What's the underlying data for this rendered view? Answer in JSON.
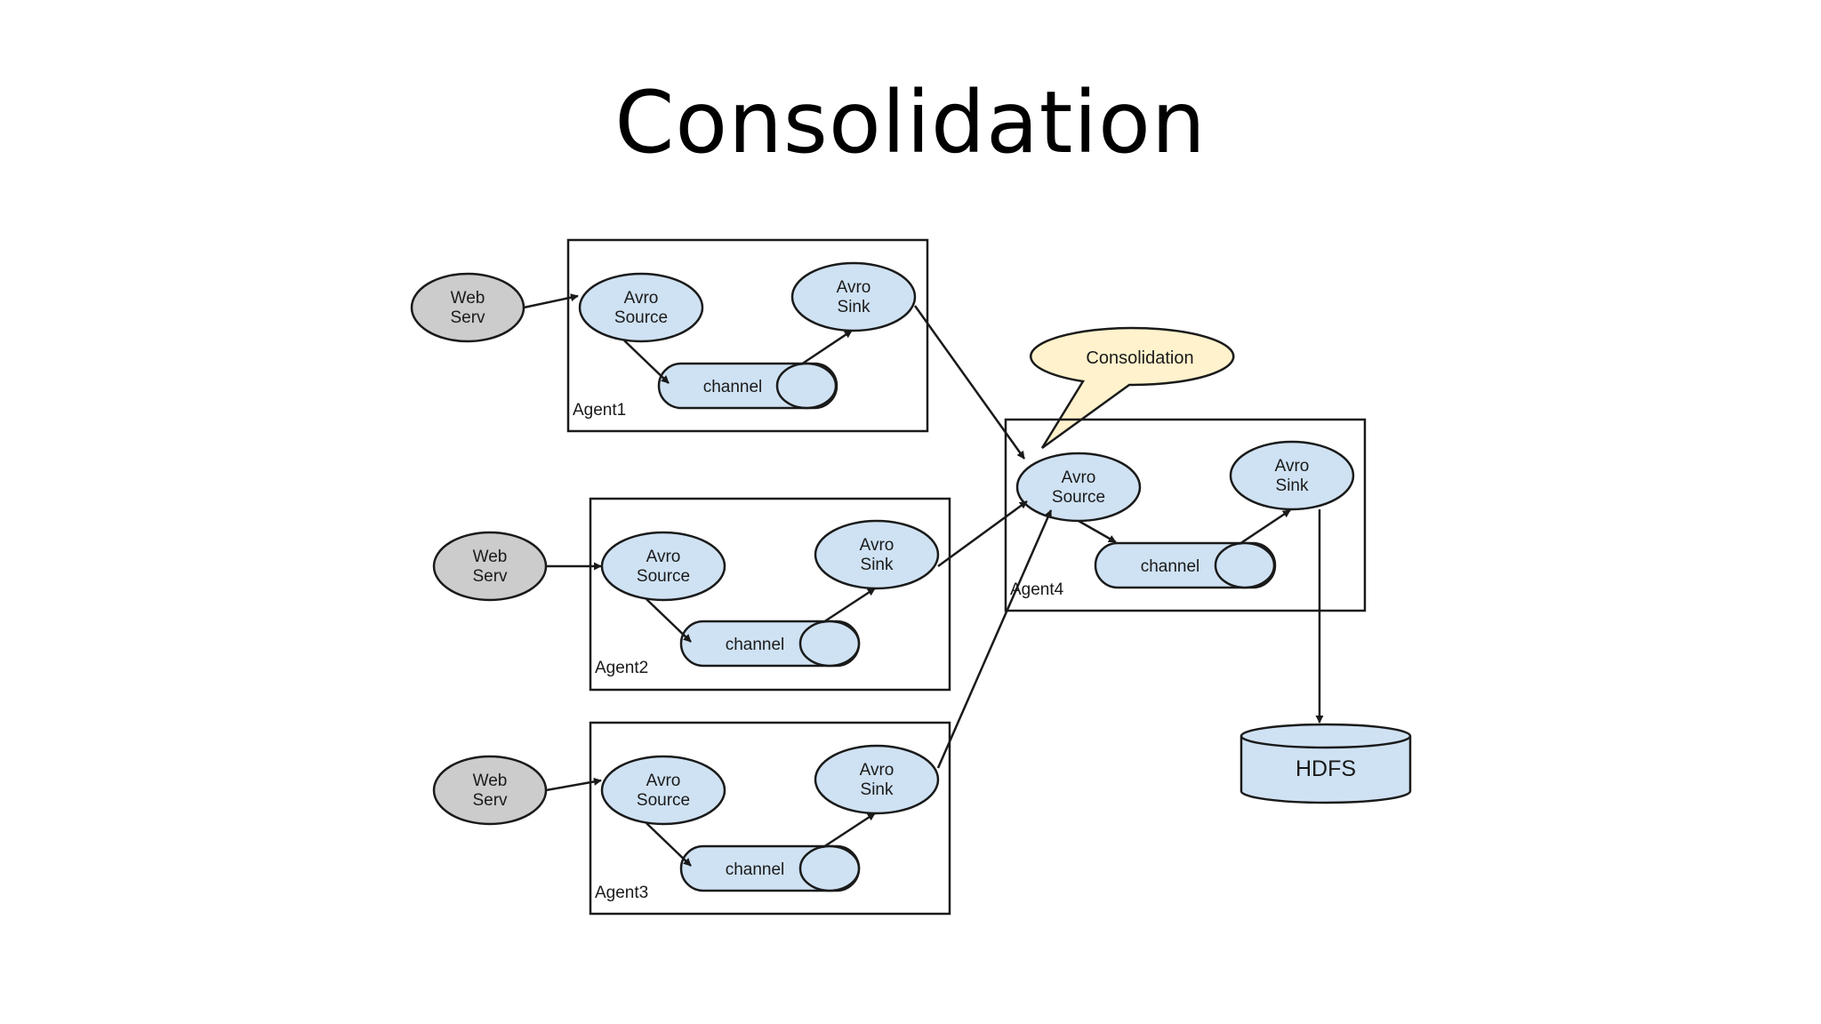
{
  "slide": {
    "title": "Consolidation"
  },
  "colors": {
    "node_fill": "#cfe2f3",
    "web_fill": "#cccccc",
    "callout_fill": "#fff2cc",
    "stroke": "#1a1a1a"
  },
  "diagram": {
    "agents": [
      {
        "label": "Agent1",
        "web": [
          "Web",
          "Serv"
        ],
        "source": [
          "Avro",
          "Source"
        ],
        "sink": [
          "Avro",
          "Sink"
        ],
        "channel": "channel"
      },
      {
        "label": "Agent2",
        "web": [
          "Web",
          "Serv"
        ],
        "source": [
          "Avro",
          "Source"
        ],
        "sink": [
          "Avro",
          "Sink"
        ],
        "channel": "channel"
      },
      {
        "label": "Agent3",
        "web": [
          "Web",
          "Serv"
        ],
        "source": [
          "Avro",
          "Source"
        ],
        "sink": [
          "Avro",
          "Sink"
        ],
        "channel": "channel"
      }
    ],
    "collector": {
      "label": "Agent4",
      "source": [
        "Avro",
        "Source"
      ],
      "sink": [
        "Avro",
        "Sink"
      ],
      "channel": "channel"
    },
    "callout": "Consolidation",
    "storage": "HDFS"
  }
}
